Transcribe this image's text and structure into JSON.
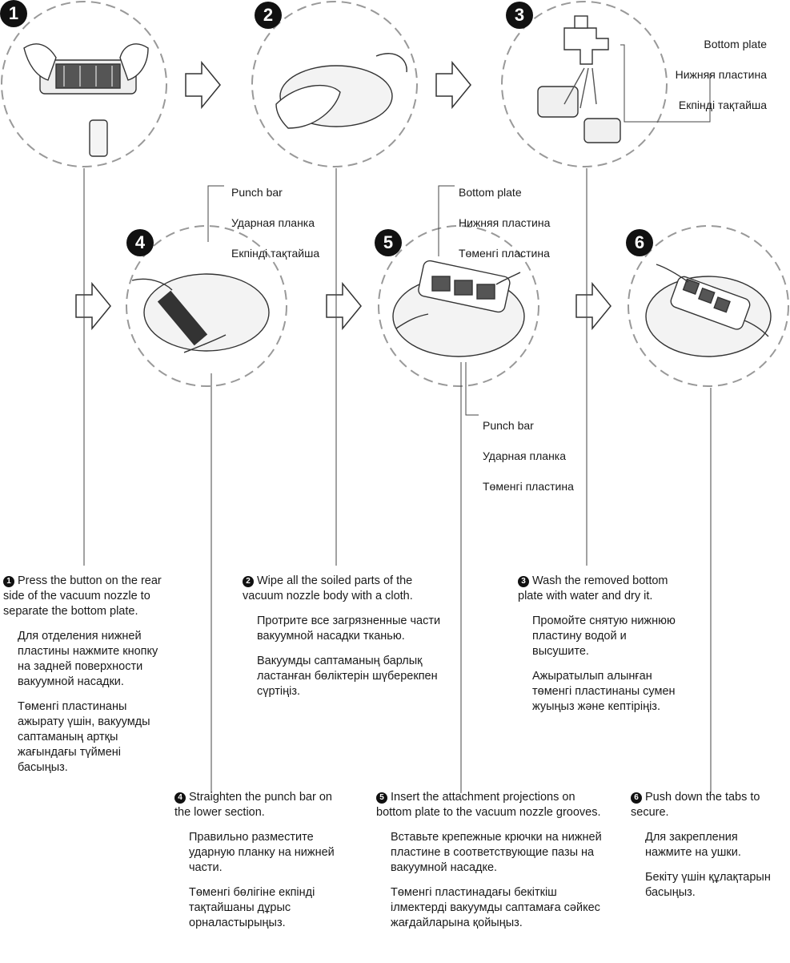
{
  "steps": [
    {
      "num": "1",
      "en": "Press the button on the rear side of the vacuum nozzle to separate the bottom plate.",
      "ru": "Для отделения нижней пластины нажмите кнопку на задней поверхности вакуумной насадки.",
      "kk": "Төменгі пластинаны ажырату үшін, вакуумды саптаманың артқы жағындағы түймені басыңыз."
    },
    {
      "num": "2",
      "en": "Wipe all the soiled parts of the vacuum nozzle body with a cloth.",
      "ru": "Протрите все загрязненные части вакуумной насадки тканью.",
      "kk": "Вакуумды саптаманың барлық ластанған бөліктерін шүберекпен сүртіңіз."
    },
    {
      "num": "3",
      "en": "Wash the removed bottom plate with water and dry it.",
      "ru": "Промойте снятую нижнюю пластину водой и высушите.",
      "kk": "Ажыратылып алынған төменгі пластинаны сумен жуыңыз және кептіріңіз."
    },
    {
      "num": "4",
      "en": "Straighten the punch bar on the lower section.",
      "ru": "Правильно разместите ударную планку на нижней части.",
      "kk": "Төменгі бөлігіне екпінді тақтайшаны дұрыс орналастырыңыз."
    },
    {
      "num": "5",
      "en": "Insert the attachment projections on bottom plate to the vacuum nozzle grooves.",
      "ru": "Вставьте крепежные крючки на нижней пластине в соответствующие пазы на вакуумной насадке.",
      "kk": "Төменгі пластинадағы бекіткіш ілмектерді вакуумды саптамаға сәйкес жағдайларына қойыңыз."
    },
    {
      "num": "6",
      "en": "Push down the tabs to secure.",
      "ru": "Для закрепления нажмите на ушки.",
      "kk": "Бекіту үшін құлақтарын басыңыз."
    }
  ],
  "callouts": {
    "bottom_plate_3": {
      "en": "Bottom plate",
      "ru": "Нижняя пластина",
      "kk": "Екпінді тақтайша"
    },
    "punch_bar_4": {
      "en": "Punch bar",
      "ru": "Ударная планка",
      "kk": "Екпінді тақтайша"
    },
    "bottom_plate_5": {
      "en": "Bottom plate",
      "ru": "Нижняя пластина",
      "kk": "Төменгі пластина"
    },
    "punch_bar_5": {
      "en": "Punch bar",
      "ru": "Ударная планка",
      "kk": "Төменгі пластина"
    }
  },
  "badges": [
    "1",
    "2",
    "3",
    "4",
    "5",
    "6"
  ],
  "colors": {
    "line": "#777777",
    "dash": "#999999",
    "ink": "#1a1a1a",
    "badge": "#111111"
  }
}
